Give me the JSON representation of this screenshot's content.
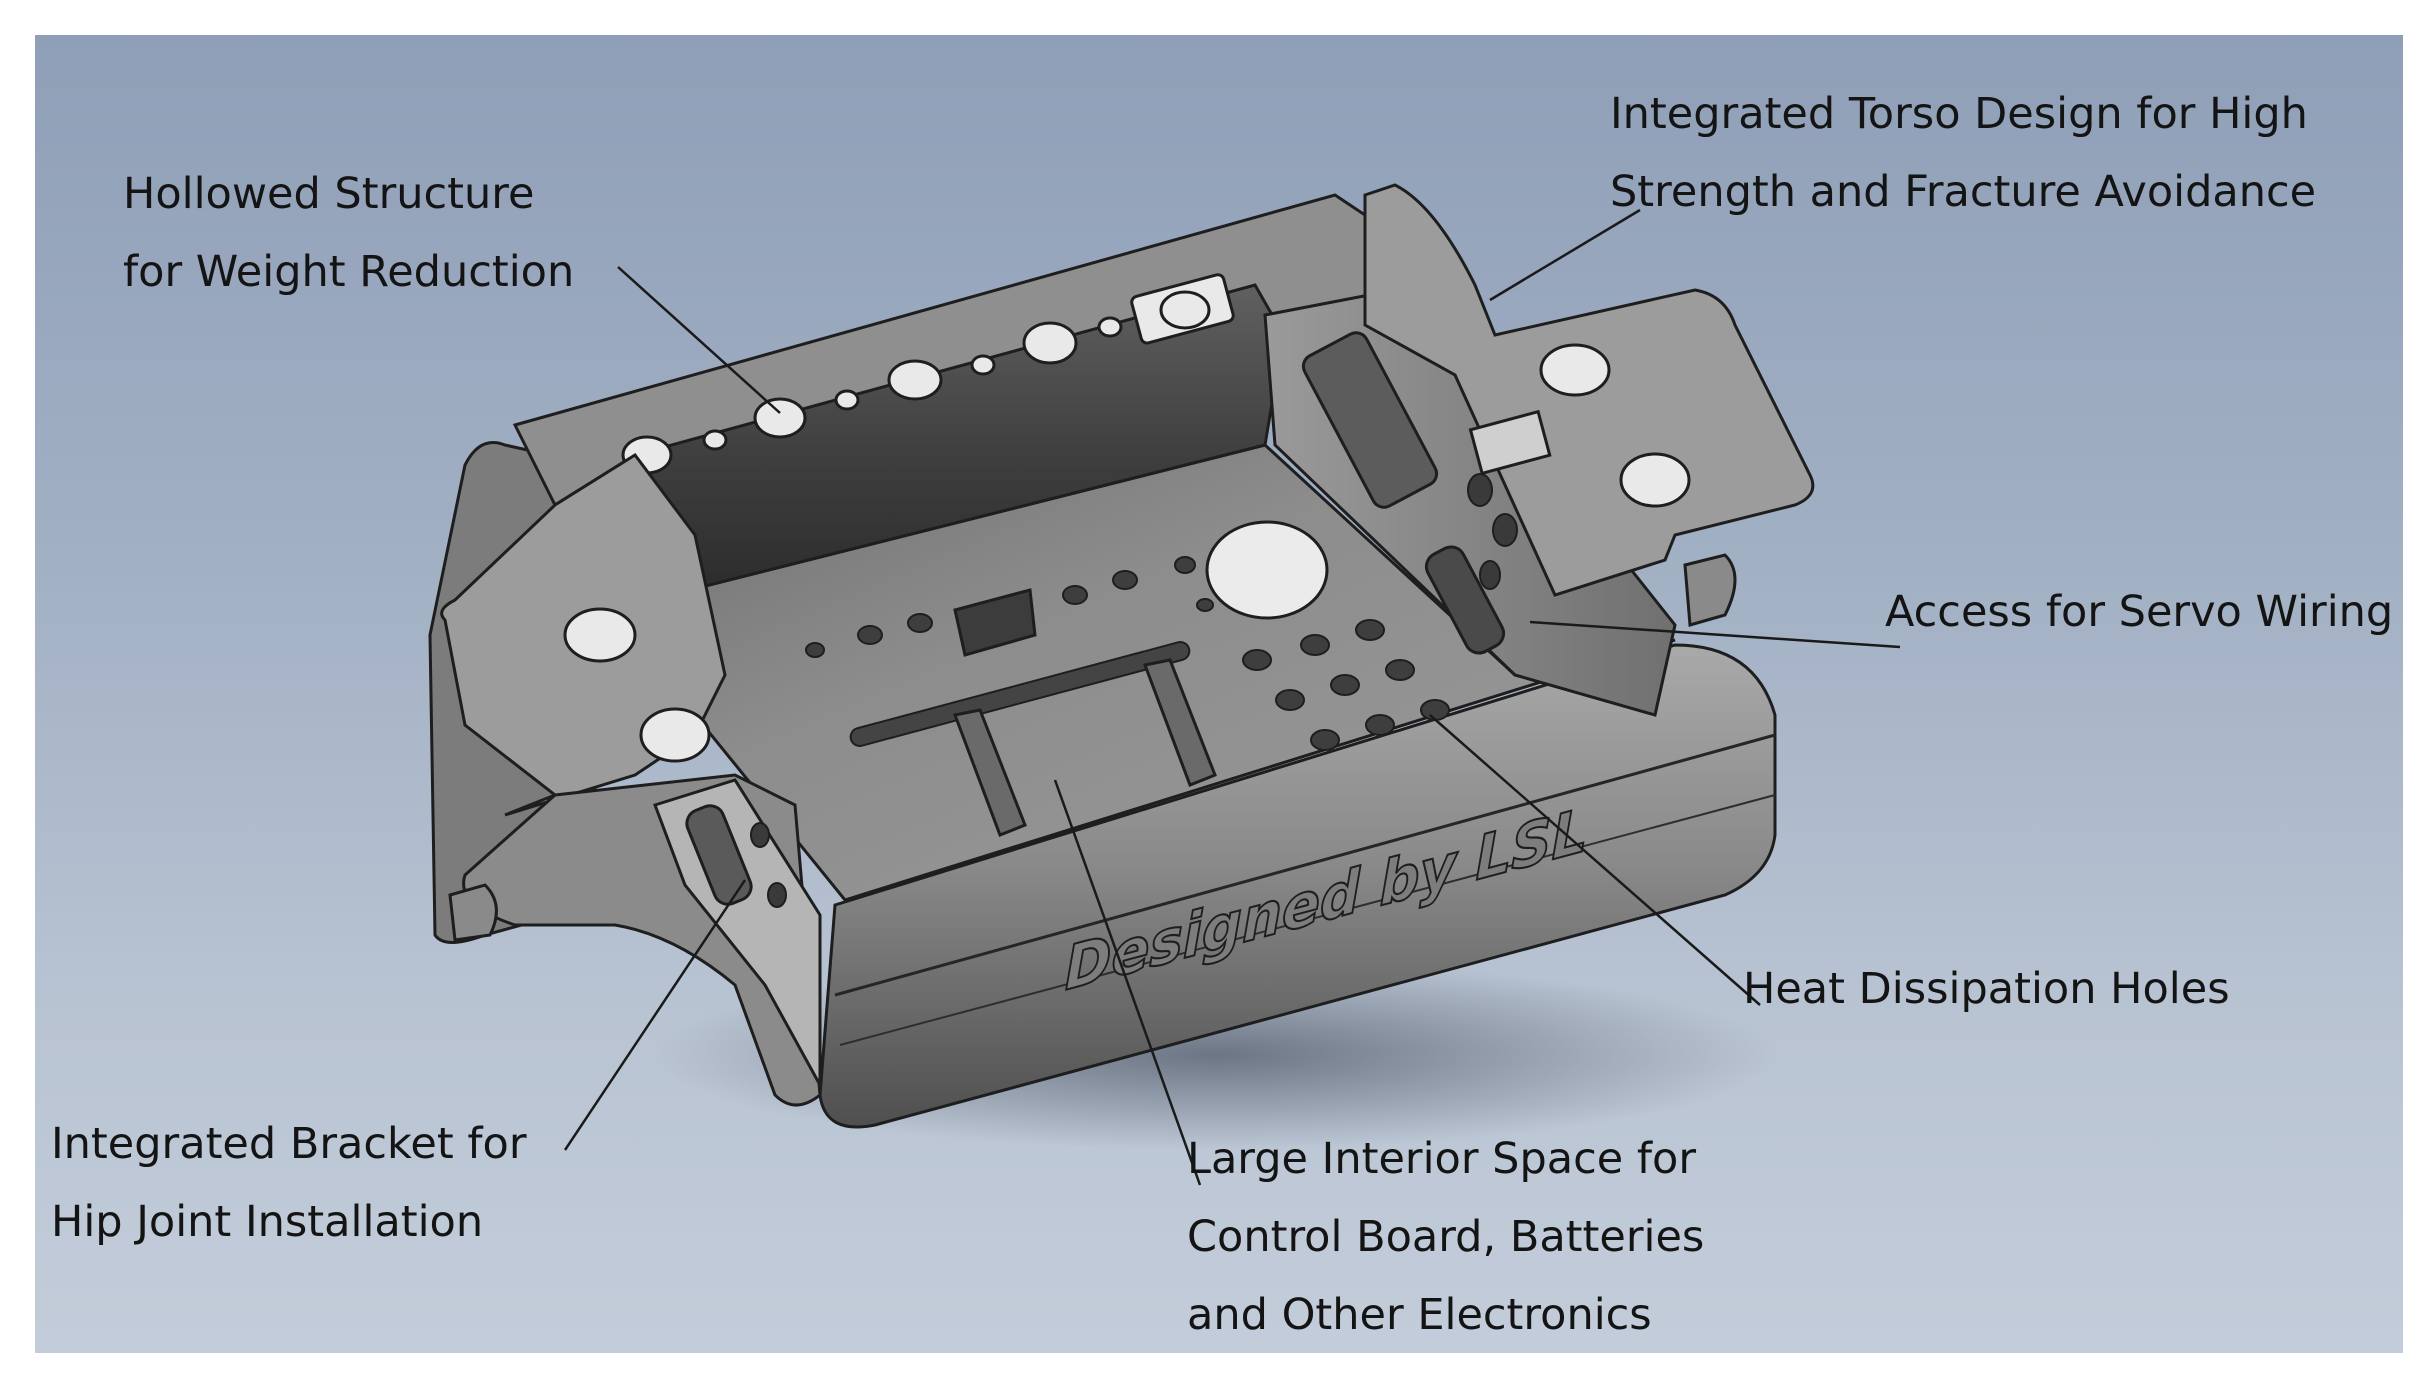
{
  "callouts": {
    "hollowed": [
      "Hollowed Structure",
      "for Weight Reduction"
    ],
    "torso": [
      "Integrated Torso Design for High",
      "Strength and Fracture Avoidance"
    ],
    "servo": [
      "Access for Servo Wiring"
    ],
    "heat": [
      "Heat Dissipation Holes"
    ],
    "interior": [
      "Large Interior Space for",
      "Control Board, Batteries",
      "and Other Electronics"
    ],
    "bracket": [
      "Integrated Bracket for",
      "Hip Joint Installation"
    ]
  },
  "engraving": "Designed by LSL",
  "colors": {
    "background_top": "#8f9fb7",
    "background_bottom": "#c3cdda",
    "part_gray": "#8e8e8e",
    "text": "#141414"
  }
}
